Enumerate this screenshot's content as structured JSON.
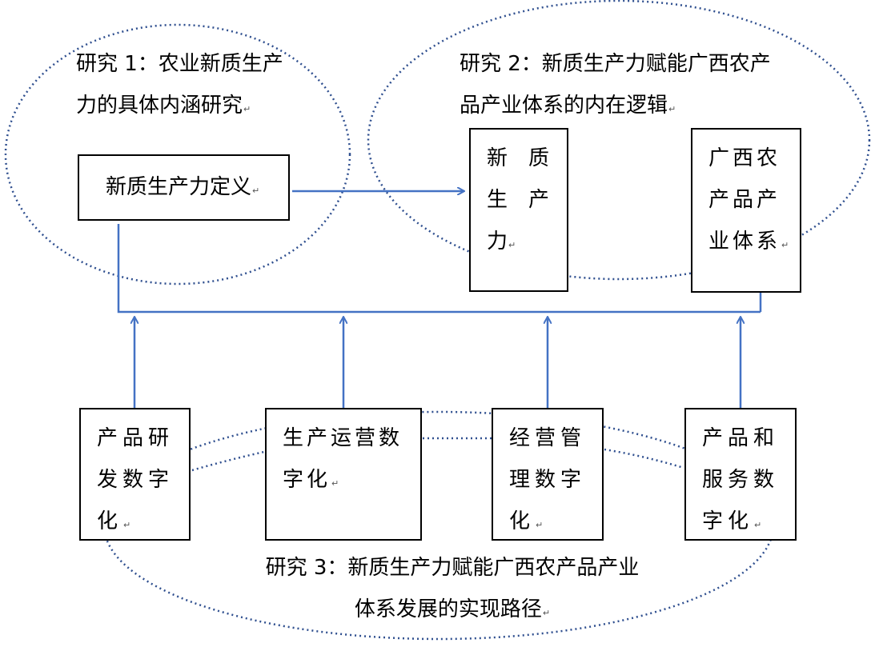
{
  "research1": {
    "label_line1": "研究 1：农业新质生产",
    "label_line2": "力的具体内涵研究"
  },
  "research2": {
    "label_line1": "研究 2：新质生产力赋能广西农产",
    "label_line2": "品产业体系的内在逻辑"
  },
  "research3": {
    "label_line1": "研究 3：新质生产力赋能广西农产品产业",
    "label_line2": "体系发展的实现路径"
  },
  "boxes": {
    "definition": "新质生产力定义",
    "productivity": [
      "新　质",
      "生　产",
      "力"
    ],
    "industry_system": [
      "广西农",
      "产品产",
      "业体系"
    ],
    "rd_digitization": [
      "产品研",
      "发数字",
      "化"
    ],
    "operation_digitization": [
      "生产运营数",
      "字化"
    ],
    "management_digitization": [
      "经营管",
      "理数字",
      "化"
    ],
    "service_digitization": [
      "产品和",
      "服务数",
      "字化"
    ]
  },
  "colors": {
    "arrow": "#4472C4",
    "ellipse_dots": "#2F4F8F",
    "box_border": "#000000"
  }
}
